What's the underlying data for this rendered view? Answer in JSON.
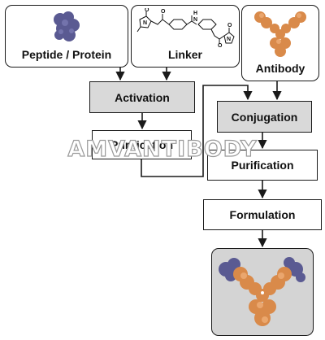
{
  "sources": {
    "peptide_label": "Peptide / Protein",
    "linker_label": "Linker",
    "antibody_label": "Antibody",
    "linker_atoms": [
      "N",
      "O",
      "O",
      "H",
      "N",
      "O",
      "N",
      "O"
    ]
  },
  "steps": {
    "activation": "Activation",
    "purification_left": "Purification",
    "conjugation": "Conjugation",
    "purification_right": "Purification",
    "formulation": "Formulation"
  },
  "watermark": "AMVANTIBODY",
  "colors": {
    "protein": "#5a5a92",
    "antibody": "#d98a4a",
    "step_gray": "#d9d9d9",
    "border": "#1a1a1a",
    "product_bg": "#d4d4d4"
  }
}
